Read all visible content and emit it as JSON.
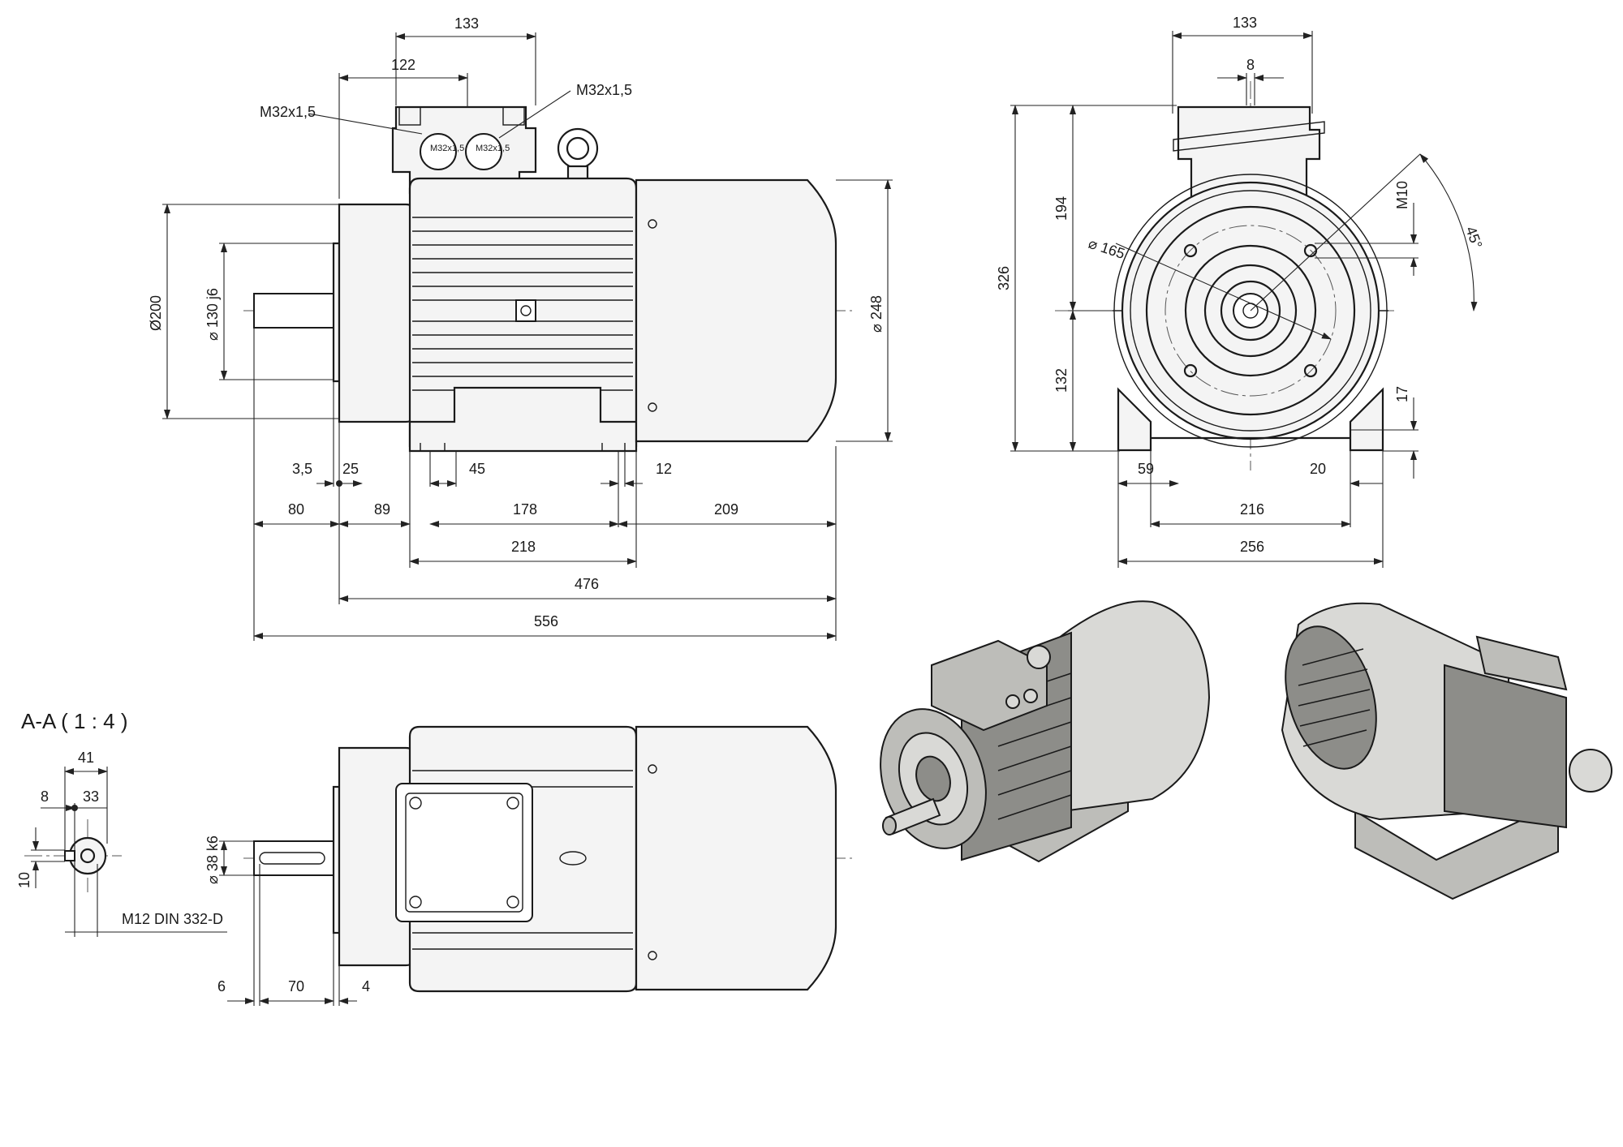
{
  "side_view": {
    "dims": {
      "top_133": "133",
      "top_122": "122",
      "gland_left": "M32x1,5",
      "gland_right": "M32x1,5",
      "d200": "Ø200",
      "d130j6": "⌀ 130 j6",
      "d248": "⌀ 248",
      "d3_5": "3,5",
      "d25": "25",
      "d45": "45",
      "d12": "12",
      "d80": "80",
      "d89": "89",
      "d178": "178",
      "d209": "209",
      "d218": "218",
      "d476": "476",
      "d556": "556"
    }
  },
  "end_view": {
    "dims": {
      "top_133": "133",
      "top_8": "8",
      "h326": "326",
      "h194": "194",
      "h132": "132",
      "d165": "⌀ 165",
      "m10": "M10",
      "angle45": "45°",
      "d17": "17",
      "d59": "59",
      "d20": "20",
      "d216": "216",
      "d256": "256"
    }
  },
  "section_aa": {
    "title": "A-A  ( 1 : 4 )",
    "d41": "41",
    "d8": "8",
    "d33": "33",
    "d10": "10",
    "thread": "M12 DIN 332-D"
  },
  "top_view": {
    "d38k6": "⌀ 38 k6",
    "d6": "6",
    "d70": "70",
    "d4": "4"
  },
  "terminal_box_text": "M32x1,5"
}
